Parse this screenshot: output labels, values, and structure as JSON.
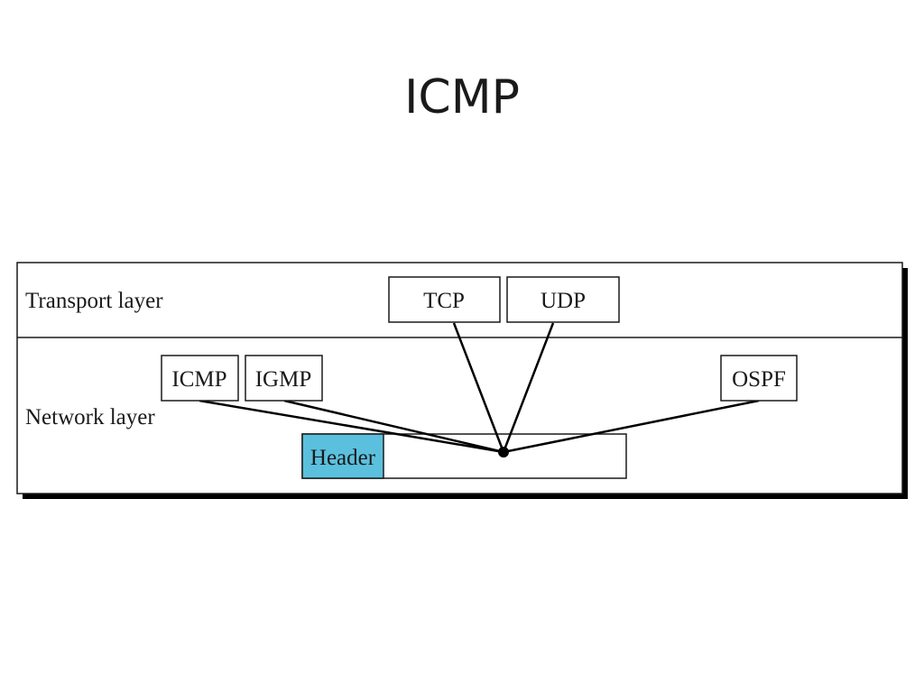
{
  "slide": {
    "title": "ICMP"
  },
  "diagram": {
    "layers": {
      "transport": "Transport layer",
      "network": "Network layer"
    },
    "protocols": {
      "tcp": "TCP",
      "udp": "UDP",
      "icmp": "ICMP",
      "igmp": "IGMP",
      "ospf": "OSPF"
    },
    "datagram": {
      "header": "Header"
    },
    "colors": {
      "header_fill": "#5bc0de",
      "line": "#000000"
    }
  }
}
